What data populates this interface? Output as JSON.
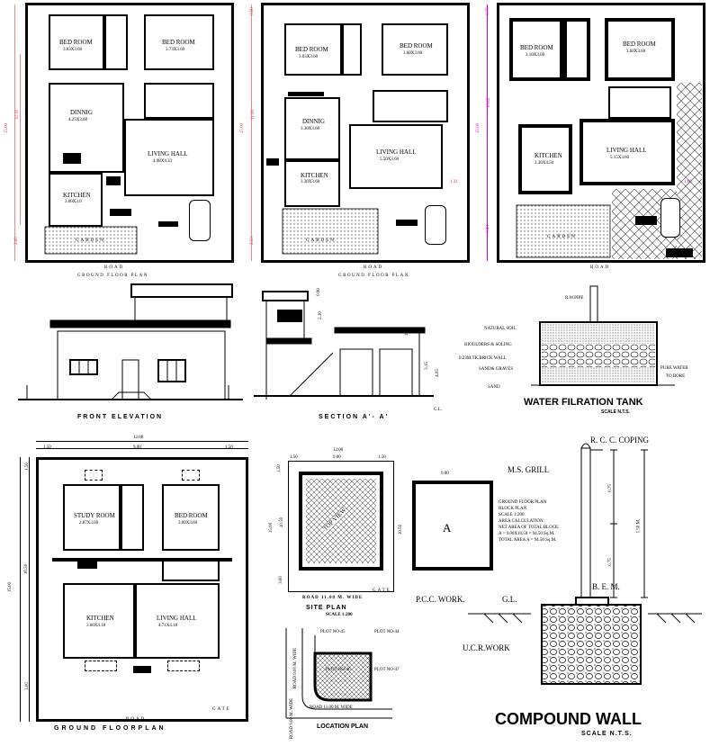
{
  "colors": {
    "dimension_pink": "#e88",
    "dimension_magenta": "#c0c",
    "wall": "#111",
    "hatch": "#555"
  },
  "plan1": {
    "bedroom1": "BED ROOM",
    "bedroom1_size": "3.03X3.60",
    "bedroom2": "BED ROOM",
    "bedroom2_size": "3.73X3.60",
    "dinning": "DINNIG",
    "dinning_size": "4.25X3.60",
    "living": "LIVING HALL",
    "living_size": "4.98X4.33",
    "kitchen": "KITCHEN",
    "kitchen_size": "3.00X3.0",
    "garden": "GARDEN",
    "road": "ROAD",
    "caption": "GROUND FLOOR PLAN",
    "dim_total": "15.00",
    "dim_mid": "12.30",
    "dim_bottom": "2.00"
  },
  "plan2": {
    "bedroom1": "BED ROOM",
    "bedroom1_size": "3.03X3.60",
    "bedroom2": "BED ROOM",
    "bedroom2_size": "3.60X3.60",
    "dinning": "DINNIG",
    "dinning_size": "3.30X3.60",
    "living": "LIVING HALL",
    "living_size": "5.50X3.60",
    "kitchen": "KITCHEN",
    "kitchen_size": "3.30X3.60",
    "garden": "GARDEN",
    "road": "ROAD",
    "caption": "GROUND FLOOR PLAN",
    "dim_total": "15.00",
    "dim_mid": "11.50",
    "dim_bottom": "2.50",
    "dim_top": "0.90",
    "dim_side": "1.31"
  },
  "plan3": {
    "bedroom1": "BED ROOM",
    "bedroom1_size": "3.10X3.60",
    "bedroom2": "BED ROOM",
    "bedroom2_size": "3.60X3.60",
    "kitchen": "KITCHEN",
    "kitchen_size": "3.30X4.50",
    "living": "LIVING HALL",
    "living_size": "5.15X3.60",
    "garden": "GARDEN",
    "road": "ROAD",
    "dim_total": "15.00",
    "dim_mid": "10.82",
    "dim_bottom": "3.43",
    "dim_top": "0.75",
    "dim_side": "1.66"
  },
  "front_elevation": {
    "caption": "FRONT ELEVATION"
  },
  "section": {
    "caption": "SECTION A'- A'",
    "d1": "0.90",
    "d2": "2.10",
    "d3": "1.00",
    "d4": "3.15",
    "d5": "4.05",
    "gl": "G.L."
  },
  "filtration": {
    "title": "WATER FILRATION TANK",
    "scale": "SCALE N.T.S.",
    "pipe": "R.W.PIPE",
    "l1": "NATURAL SOIL",
    "l2": "BIOULDERS & SOLING",
    "l3": "0.23M.TK.BRICK WALL",
    "l4": "SAND& GRAVES",
    "l5": "SAND",
    "out1": "PURE WATER",
    "out2": "TO BORE"
  },
  "plan4": {
    "study": "STUDY ROOM",
    "study_size": "2.87X3.60",
    "bedroom": "BED ROOM",
    "bedroom_size": "3.00X3.60",
    "kitchen": "KITCHEN",
    "kitchen_size": "3.60X4.18",
    "living": "LIVING HALL",
    "living_size": "4.71X4.18",
    "gate": "GATE",
    "road": "ROAD",
    "caption": "GROUND FLOORPLAN",
    "dim_w": "12.00",
    "dim_l": "1.50",
    "dim_c": "9.00",
    "dim_r": "1.50",
    "dim_h": "15.00",
    "dim_t": "1.50",
    "dim_m": "10.50",
    "dim_b": "3.00"
  },
  "site_plan": {
    "caption": "SITE PLAN",
    "scale": "SCALE 1:200",
    "road": "ROAD 11.00 M. WIDE",
    "gate": "GATE",
    "dim_w": "12.00",
    "dim_l": "1.50",
    "dim_c": "9.00",
    "dim_r": "1.50",
    "dim_h": "15.00",
    "dim_m": "10.50",
    "dim_b": "3.00",
    "top_mark": "1.50",
    "center": "TOP VIEW"
  },
  "block_plan": {
    "letter": "A",
    "dim_w": "9.00",
    "dim_h": "10.50",
    "notes": [
      "GROUND FLOOR PLAN",
      "BLOCK PLAN",
      "SCALE 1:200",
      "AREA CALCULATION:",
      "NET AREA OF TOTAL BLOCK",
      "A = 9.00X10.50        = 94.50 Sq.M.",
      "TOTAL  AREA A = 94.50 Sq.M."
    ]
  },
  "location_plan": {
    "caption": "LOCATION PLAN",
    "p1": "PLOT NO-45",
    "p2": "PLOT NO-44",
    "p3": "PLOT NO-46",
    "p4": "PLOT NO-47",
    "road_h": "ROAD 11.00 M. WIDE",
    "road_v": "ROAD 9.00 M. WIDE",
    "road_v2": "ROAD 9.00 M. WIDE"
  },
  "compound_wall": {
    "title": "COMPOUND WALL",
    "scale": "SCALE  N.T.S.",
    "coping": "R. C. C. COPING",
    "grill": "M.S. GRILL",
    "pcc": "P.C.C. WORK.",
    "gl": "G.L.",
    "bem": "B. E. M.",
    "ucr": "U.C.R.WORK",
    "d1": "0.75",
    "d2": "0.75",
    "d3": "1.50 M."
  }
}
